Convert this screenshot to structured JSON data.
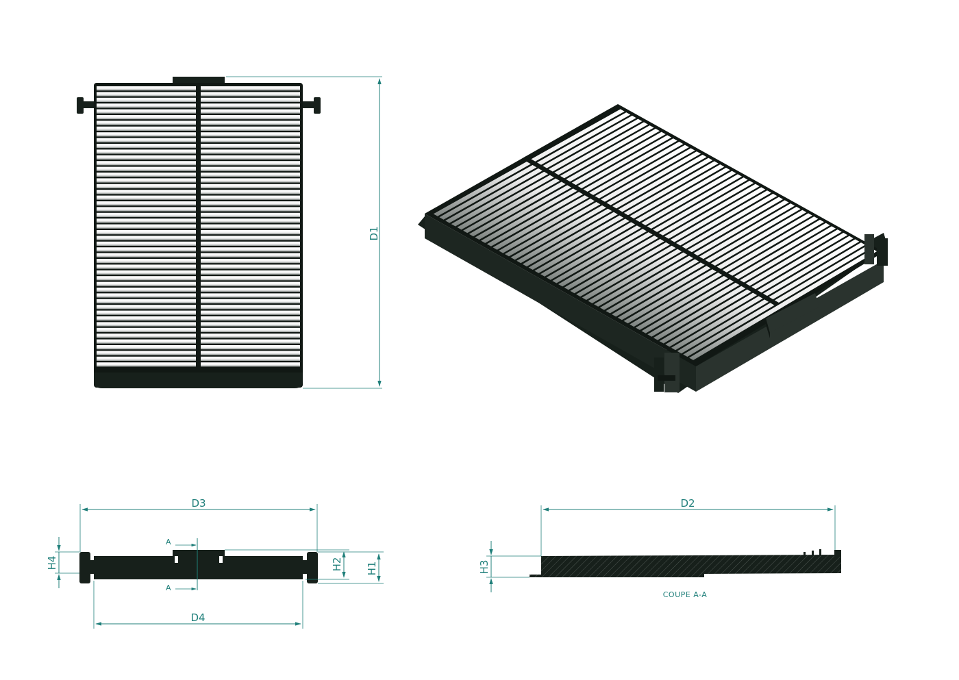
{
  "colors": {
    "dim": "#1f7f7a",
    "dark": "#17201b",
    "frame": "#111814",
    "pleat": "#ffffff",
    "pleat_shadow": "#9aa09d"
  },
  "top_view": {
    "d1": "D1"
  },
  "front_view": {
    "d3": "D3",
    "d4": "D4",
    "h1": "H1",
    "h2": "H2",
    "h4": "H4",
    "section_top": "A",
    "section_bottom": "A"
  },
  "section_view": {
    "d2": "D2",
    "h3": "H3",
    "caption": "COUPE A-A"
  }
}
